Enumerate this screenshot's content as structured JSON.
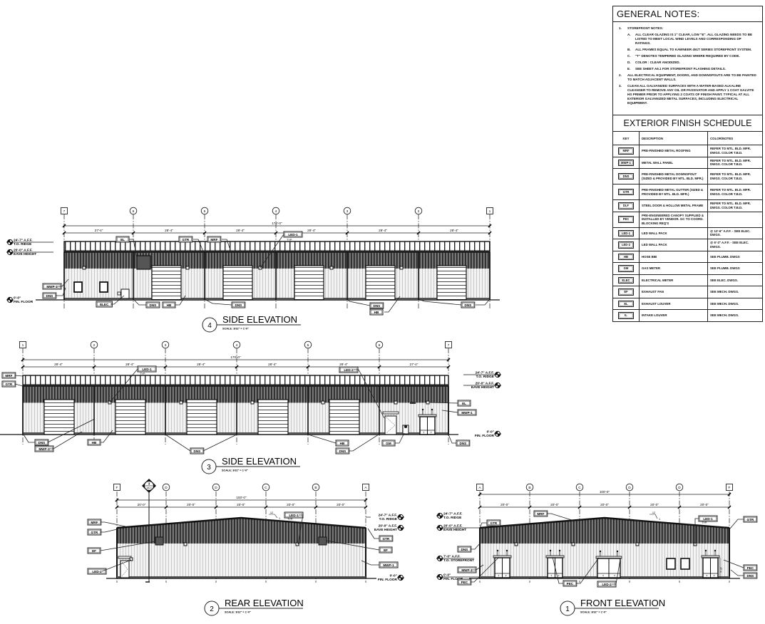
{
  "general_notes": {
    "title": "GENERAL NOTES:",
    "items": [
      {
        "num": "1.",
        "text": "STOREFRONT NOTES:",
        "sub": [
          {
            "num": "A.",
            "text": "ALL CLEAR GLAZING IS 1\" CLEAR, LOW \"E\". ALL GLAZING NEEDS TO BE LISTED TO MEET LOCAL WIND LEVELS AND CORRESPONDING DP RATINGS."
          },
          {
            "num": "B.",
            "text": "ALL FRAMES EQUAL TO KAWNEER 451T SERIES STOREFRONT SYSTEM."
          },
          {
            "num": "C.",
            "text": "\"T\" DENOTES TEMPERED GLAZING WHERE REQUIRED BY CODE."
          },
          {
            "num": "D.",
            "text": "COLOR : CLEAR ANODIZED."
          },
          {
            "num": "E.",
            "text": "SEE SHEET A6.1 FOR STOREFRONT FLASHING DETAILS."
          }
        ]
      },
      {
        "num": "2.",
        "text": "ALL ELECTRICAL EQUIPMENT, DOORS, AND DOWNSPOUTS ARE TO BE PAINTED TO MATCH ADJACENT WALLS.",
        "sub": []
      },
      {
        "num": "3.",
        "text": "CLEAN ALL GALVANIZED SURFACES WITH A WATER-BASED ALKALINE CLEANSER TO REMOVE ANY OIL OR PASSIVATOR AND APPLY 1 COAT GALVITE HS PRIMER PRIOR TO APPLYING 2 COATS OF FINISH PAINT. TYPICAL AT ALL EXTERIOR GALVANIZED METAL SURFACES, INCLUDING ELECTRICAL EQUIPMENT.",
        "sub": []
      }
    ]
  },
  "finish_schedule": {
    "title": "EXTERIOR FINISH SCHEDULE",
    "headers": [
      "KEY",
      "DESCRIPTION",
      "COLOR/NOTES"
    ],
    "rows": [
      [
        "MRF",
        "PRE-FINISHED METAL ROOFING",
        "REFER TO MTL. BLD. MFR. DWGS. COLOR T.B.D."
      ],
      [
        "MWP-1",
        "METAL WALL PANEL",
        "REFER TO MTL. BLD. MFR. DWGS. COLOR T.B.D."
      ],
      [
        "DNS",
        "PRE-FINISHED METAL DOWNSPOUT (SIZED & PROVIDED BY MTL. BLD. MFR.)",
        "REFER TO MTL. BLD. MFR. DWGS. COLOR T.B.D."
      ],
      [
        "GTR",
        "PRE-FINISHED METAL GUTTER (SIZED & PROVIDED BY MTL. BLD. MFR.)",
        "REFER TO MTL. BLD. MFR. DWGS. COLOR T.B.D."
      ],
      [
        "DLF",
        "STEEL DOOR & HOLLOW METAL FRAME",
        "REFER TO MTL. BLD. MFR. DWGS. COLOR T.B.D."
      ],
      [
        "PEC",
        "PRE-ENGINEERED CANOPY SUPPLIED & INSTALLED BY VENDOR. GC TO COORD. BLOCKING REQ'S",
        ""
      ],
      [
        "LED-1",
        "LED WALL PACK",
        "@ 12'-6\" A.F.F. - SEE ELEC. DWGS."
      ],
      [
        "LED-2",
        "LED WALL PACK",
        "@ 6'-3\" A.F.F. - SEE ELEC. DWGS."
      ],
      [
        "HB",
        "HOSE BIB",
        "SEE PLUMB. DWGS"
      ],
      [
        "GM",
        "GAS METER",
        "SEE PLUMB. DWGS"
      ],
      [
        "ELEC",
        "ELECTRICAL METER",
        "SEE ELEC. DWGS."
      ],
      [
        "EF",
        "EXHAUST FAN",
        "SEE MECH. DWGS."
      ],
      [
        "EL",
        "EXHAUST LOUVER",
        "SEE MECH. DWGS."
      ],
      [
        "IL",
        "INTAKE LOUVER",
        "SEE MECH. DWGS."
      ]
    ]
  },
  "levels": {
    "ridge": [
      "24'-7\" A.F.F.",
      "T.O. RIDGE"
    ],
    "eave": [
      "20'-0\" A.F.F.",
      "EAVE HEIGHT"
    ],
    "floor": [
      "0'-0\"",
      "FIN. FLOOR"
    ],
    "storefront": [
      "7'-0\" A.F.F.",
      "T.O. STOREFRONT"
    ]
  },
  "elevations": {
    "side4": {
      "num": "4",
      "title": "SIDE ELEVATION",
      "scale": "SCALE: 3/32\" = 1'-0\"",
      "overall_dim": "170'-0\"",
      "grids": [
        "7",
        "6",
        "5",
        "4",
        "3",
        "2",
        "1"
      ],
      "bays": [
        "27'-4\"",
        "28'-4\"",
        "28'-4\"",
        "28'-4\"",
        "28'-4\"",
        "28'-4\""
      ],
      "tags": [
        "EL",
        "GTR",
        "MRF",
        "LED-1",
        "MWP-1",
        "DNS",
        "ELEC",
        "DNS",
        "HB",
        "DNS",
        "HB",
        "DNS"
      ],
      "led_typ": "TYP."
    },
    "side3": {
      "num": "3",
      "title": "SIDE ELEVATION",
      "scale": "SCALE: 3/32\" = 1'-0\"",
      "overall_dim": "170'-0\"",
      "grids": [
        "1",
        "2",
        "3",
        "4",
        "5",
        "6",
        "7"
      ],
      "bays": [
        "28'-4\"",
        "28'-4\"",
        "28'-4\"",
        "28'-4\"",
        "28'-4\"",
        "27'-4\""
      ],
      "tags": [
        "MRF",
        "GTR",
        "LED-1",
        "LED-2",
        "EL",
        "MWP-1",
        "DNS",
        "MWP-1",
        "HB",
        "DNS",
        "HB",
        "DNS",
        "GM",
        "DNS"
      ],
      "led_typ": "TYP."
    },
    "rear2": {
      "num": "2",
      "title": "REAR ELEVATION",
      "scale": "SCALE: 3/32\" = 1'-0\"",
      "overall_dim": "100'-0\"",
      "grids": [
        "F",
        "D",
        "D",
        "C",
        "B",
        "A"
      ],
      "bays": [
        "20'-0\"",
        "20'-0\"",
        "20'-0\"",
        "20'-0\"",
        "20'-0\""
      ],
      "section_mark": [
        "3",
        "A5.0"
      ],
      "slope": [
        "12",
        "1"
      ],
      "tags": [
        "MRF",
        "GTR",
        "EF",
        "LED-2",
        "LED-1",
        "GTR",
        "EF",
        "MWP-1"
      ],
      "led_typ": "TYP."
    },
    "front1": {
      "num": "1",
      "title": "FRONT ELEVATION",
      "scale": "SCALE: 3/32\" = 1'-0\"",
      "overall_dim": "100'-0\"",
      "grids": [
        "A",
        "B",
        "C",
        "D",
        "D",
        "F"
      ],
      "bays": [
        "20'-0\"",
        "20'-0\"",
        "20'-0\"",
        "20'-0\"",
        "20'-0\""
      ],
      "slope": [
        "12",
        "1"
      ],
      "tags": [
        "GTR",
        "MRF",
        "DNS",
        "MWP-1",
        "PEC",
        "PEC",
        "LED-2",
        "LED-1",
        "GTR",
        "PEC",
        "DNS"
      ],
      "led_typ": "TYP.",
      "canopy_dim": "7'-0\""
    }
  }
}
